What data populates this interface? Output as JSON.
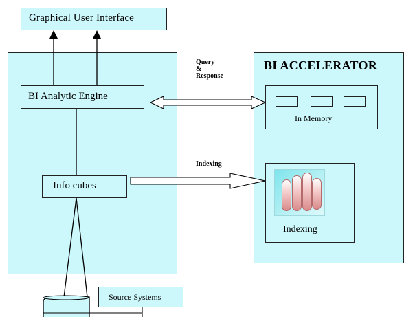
{
  "nodes": {
    "gui": "Graphical User Interface",
    "engine": "BI Analytic Engine",
    "cubes": "Info cubes",
    "accelerator": "BI ACCELERATOR",
    "memory": "In Memory",
    "indexing": "Indexing",
    "source": "Source Systems"
  },
  "edges": {
    "query_response": [
      "Query",
      "&",
      "Response"
    ],
    "indexing": "Indexing"
  },
  "icons": {
    "indexing": "indexing-bars-icon"
  },
  "colors": {
    "box_fill": "#ccf7fb",
    "border": "#222222"
  }
}
